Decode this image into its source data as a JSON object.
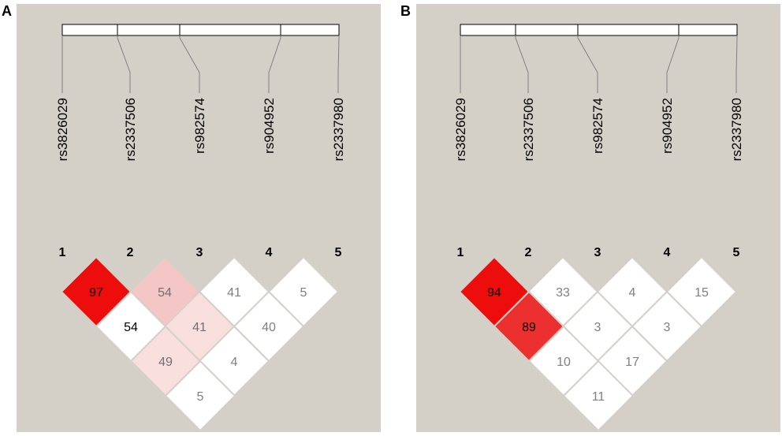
{
  "panels": [
    {
      "letter": "A",
      "snps": [
        "rs3826029",
        "rs2337506",
        "rs982574",
        "rs904952",
        "rs2337980"
      ],
      "indices": [
        "1",
        "2",
        "3",
        "4",
        "5"
      ],
      "cells": [
        {
          "i": 1,
          "j": 2,
          "value": "97",
          "color": "#ee0d0d"
        },
        {
          "i": 2,
          "j": 3,
          "value": "54",
          "color": "#f5c6c6"
        },
        {
          "i": 3,
          "j": 4,
          "value": "41",
          "color": "#ffffff"
        },
        {
          "i": 4,
          "j": 5,
          "value": "5",
          "color": "#ffffff"
        },
        {
          "i": 1,
          "j": 3,
          "value": "54",
          "color": "#ffffff"
        },
        {
          "i": 2,
          "j": 4,
          "value": "41",
          "color": "#f9dede"
        },
        {
          "i": 3,
          "j": 5,
          "value": "40",
          "color": "#ffffff"
        },
        {
          "i": 1,
          "j": 4,
          "value": "49",
          "color": "#f9dede"
        },
        {
          "i": 2,
          "j": 5,
          "value": "4",
          "color": "#ffffff"
        },
        {
          "i": 1,
          "j": 5,
          "value": "5",
          "color": "#ffffff"
        }
      ]
    },
    {
      "letter": "B",
      "snps": [
        "rs3826029",
        "rs2337506",
        "rs982574",
        "rs904952",
        "rs2337980"
      ],
      "indices": [
        "1",
        "2",
        "3",
        "4",
        "5"
      ],
      "cells": [
        {
          "i": 1,
          "j": 2,
          "value": "94",
          "color": "#ee0d0d"
        },
        {
          "i": 2,
          "j": 3,
          "value": "33",
          "color": "#ffffff"
        },
        {
          "i": 3,
          "j": 4,
          "value": "4",
          "color": "#ffffff"
        },
        {
          "i": 4,
          "j": 5,
          "value": "15",
          "color": "#ffffff"
        },
        {
          "i": 1,
          "j": 3,
          "value": "89",
          "color": "#ec3030"
        },
        {
          "i": 2,
          "j": 4,
          "value": "3",
          "color": "#ffffff"
        },
        {
          "i": 3,
          "j": 5,
          "value": "3",
          "color": "#ffffff"
        },
        {
          "i": 1,
          "j": 4,
          "value": "10",
          "color": "#ffffff"
        },
        {
          "i": 2,
          "j": 5,
          "value": "17",
          "color": "#ffffff"
        },
        {
          "i": 1,
          "j": 5,
          "value": "11",
          "color": "#ffffff"
        }
      ]
    }
  ],
  "colors": {
    "background": "#d4d0c8",
    "strong_ld": "#ee0d0d",
    "text_dark": "#000000",
    "text_light": "#808080"
  }
}
